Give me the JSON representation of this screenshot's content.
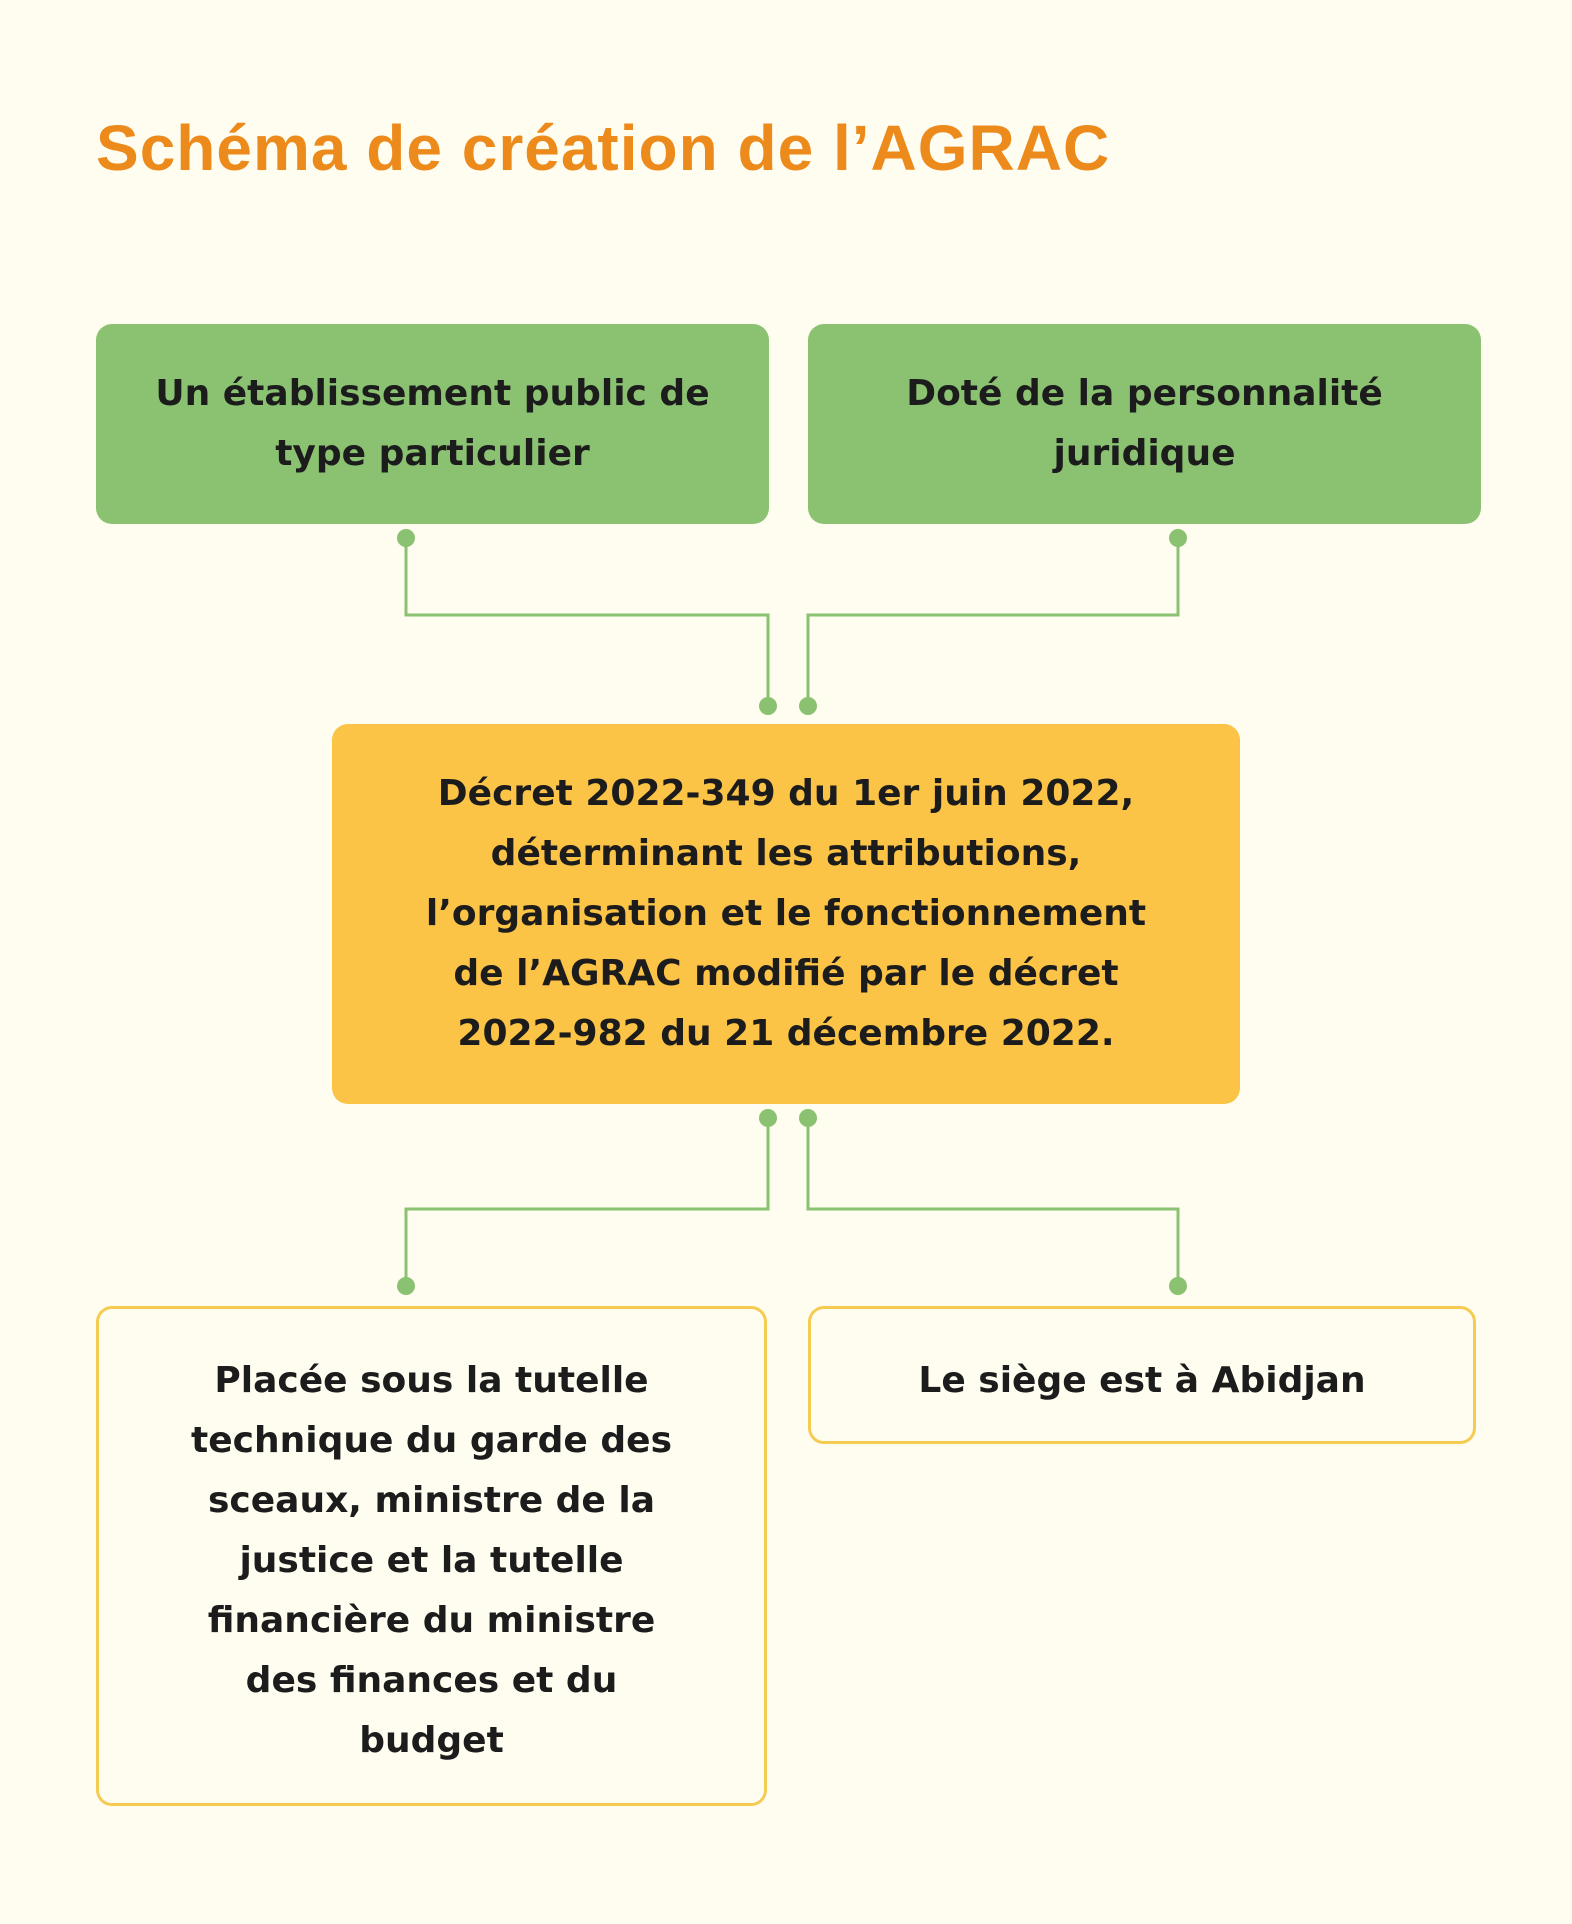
{
  "title": "Schéma de création de l’AGRAC",
  "nodes": {
    "establishment": "Un établissement public de type particulier",
    "personality": "Doté de la personnalité juridique",
    "decree": "Décret 2022-349 du 1er juin 2022, déterminant les attributions, l’organisation et le fonctionnement de l’AGRAC modifié par le décret 2022-982 du 21 décembre 2022.",
    "tutelle": "Placée sous la tutelle technique du garde des sceaux, ministre de la justice et la tutelle financière du ministre des finances et du budget",
    "siege": "Le siège est à Abidjan"
  },
  "colors": {
    "title": "#ec8a1c",
    "green_box": "#8bc272",
    "yellow_box": "#fcc447",
    "outline_border": "#f6cb52",
    "connector": "#8bc272",
    "background": "#fefdf0"
  }
}
